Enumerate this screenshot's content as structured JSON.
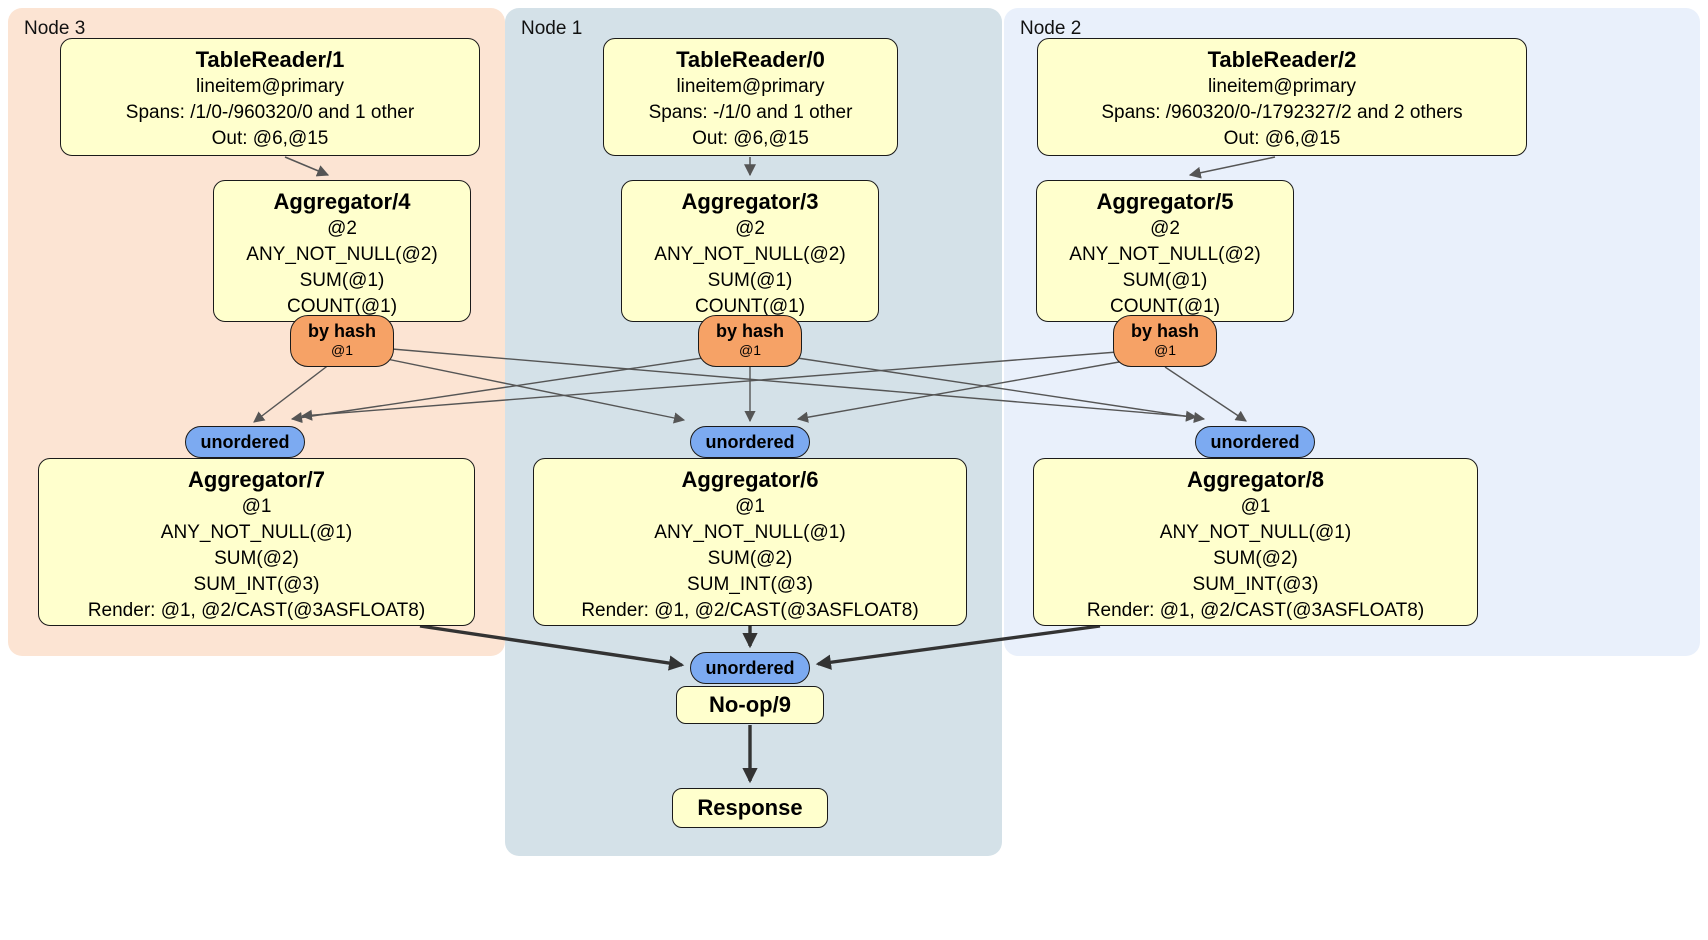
{
  "regions": {
    "node3": {
      "label": "Node 3"
    },
    "node1": {
      "label": "Node 1"
    },
    "node2": {
      "label": "Node 2"
    }
  },
  "processors": {
    "tablereader1": {
      "title": "TableReader/1",
      "table": "lineitem@primary",
      "spans": "Spans: /1/0-/960320/0 and 1 other",
      "out": "Out: @6,@15"
    },
    "tablereader0": {
      "title": "TableReader/0",
      "table": "lineitem@primary",
      "spans": "Spans: -/1/0 and 1 other",
      "out": "Out: @6,@15"
    },
    "tablereader2": {
      "title": "TableReader/2",
      "table": "lineitem@primary",
      "spans": "Spans: /960320/0-/1792327/2 and 2 others",
      "out": "Out: @6,@15"
    },
    "aggregator4": {
      "title": "Aggregator/4",
      "lines": [
        "@2",
        "ANY_NOT_NULL(@2)",
        "SUM(@1)",
        "COUNT(@1)"
      ]
    },
    "aggregator3": {
      "title": "Aggregator/3",
      "lines": [
        "@2",
        "ANY_NOT_NULL(@2)",
        "SUM(@1)",
        "COUNT(@1)"
      ]
    },
    "aggregator5": {
      "title": "Aggregator/5",
      "lines": [
        "@2",
        "ANY_NOT_NULL(@2)",
        "SUM(@1)",
        "COUNT(@1)"
      ]
    },
    "aggregator7": {
      "title": "Aggregator/7",
      "lines": [
        "@1",
        "ANY_NOT_NULL(@1)",
        "SUM(@2)",
        "SUM_INT(@3)",
        "Render: @1, @2/CAST(@3ASFLOAT8)"
      ]
    },
    "aggregator6": {
      "title": "Aggregator/6",
      "lines": [
        "@1",
        "ANY_NOT_NULL(@1)",
        "SUM(@2)",
        "SUM_INT(@3)",
        "Render: @1, @2/CAST(@3ASFLOAT8)"
      ]
    },
    "aggregator8": {
      "title": "Aggregator/8",
      "lines": [
        "@1",
        "ANY_NOT_NULL(@1)",
        "SUM(@2)",
        "SUM_INT(@3)",
        "Render: @1, @2/CAST(@3ASFLOAT8)"
      ]
    },
    "noop": {
      "title": "No-op/9"
    },
    "response": {
      "title": "Response"
    }
  },
  "router": {
    "label": "by hash",
    "key": "@1"
  },
  "sync": {
    "label": "unordered"
  },
  "colors": {
    "node3_bg": "#fce4d3",
    "node1_bg": "#d4e1e8",
    "node2_bg": "#e9f0fb",
    "box_fill": "#ffffcd",
    "router_fill": "#f6a266",
    "sync_fill": "#7caaf1",
    "edge": "#555555",
    "edge_thick": "#333333"
  }
}
